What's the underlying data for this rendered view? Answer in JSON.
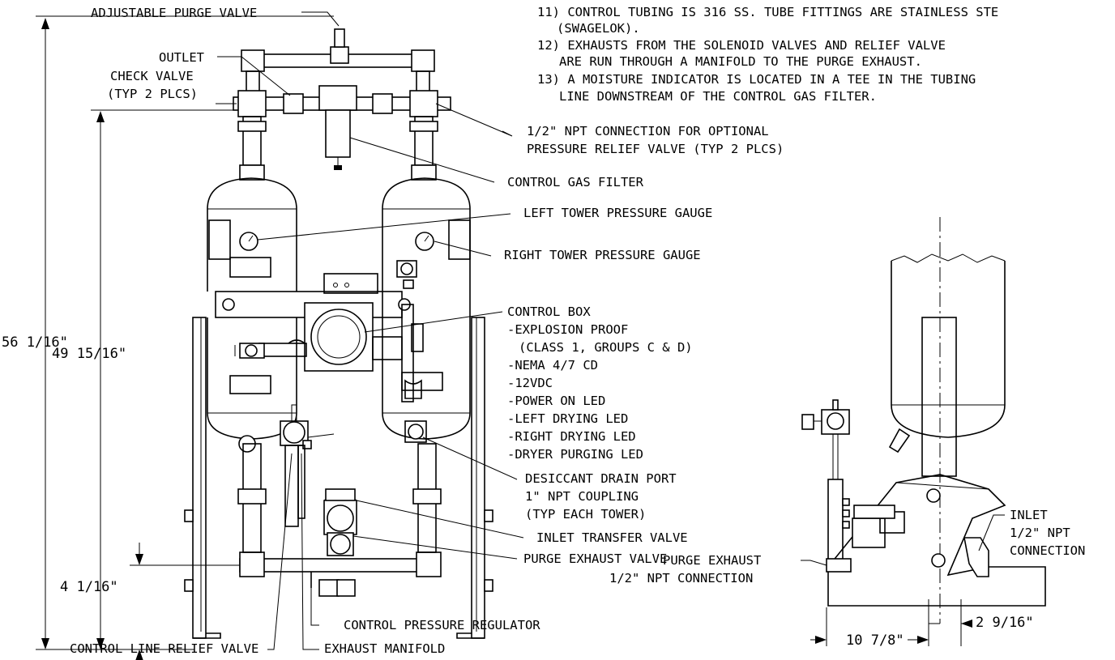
{
  "notes": [
    "11) CONTROL TUBING IS 316 SS. TUBE FITTINGS ARE STAINLESS STE",
    "(SWAGELOK).",
    "12) EXHAUSTS FROM THE SOLENOID VALVES AND RELIEF VALVE",
    "ARE RUN THROUGH A MANIFOLD TO THE PURGE EXHAUST.",
    "13) A MOISTURE INDICATOR IS LOCATED IN A TEE IN THE TUBING",
    "LINE DOWNSTREAM OF THE CONTROL GAS FILTER."
  ],
  "labels": {
    "adjustable_purge_valve": "ADJUSTABLE PURGE VALVE",
    "outlet_check_valve": [
      "OUTLET",
      "CHECK VALVE",
      "(TYP 2 PLCS)"
    ],
    "npt_connection": [
      "1/2\" NPT CONNECTION FOR OPTIONAL",
      "PRESSURE RELIEF VALVE (TYP 2 PLCS)"
    ],
    "control_gas_filter": "CONTROL GAS FILTER",
    "left_tower_gauge": "LEFT TOWER PRESSURE GAUGE",
    "right_tower_gauge": "RIGHT TOWER PRESSURE GAUGE",
    "control_box": [
      "CONTROL BOX",
      "-EXPLOSION PROOF",
      "(CLASS 1, GROUPS C & D)",
      "-NEMA 4/7 CD",
      "-12VDC",
      "-POWER ON LED",
      "-LEFT DRYING LED",
      "-RIGHT DRYING LED",
      "-DRYER PURGING LED"
    ],
    "desiccant_drain": [
      "DESICCANT DRAIN PORT",
      "1\" NPT COUPLING",
      "(TYP EACH TOWER)"
    ],
    "inlet_transfer_valve": "INLET TRANSFER VALVE",
    "purge_exhaust_valve": "PURGE EXHAUST VALVE",
    "control_pressure_regulator": "CONTROL PRESSURE REGULATOR",
    "control_line_relief_valve": "CONTROL LINE RELIEF VALVE",
    "exhaust_manifold": "EXHAUST MANIFOLD",
    "inlet_connection": [
      "INLET",
      "1/2\" NPT",
      "CONNECTION"
    ],
    "purge_exhaust_connection": [
      "PURGE EXHAUST",
      "1/2\" NPT CONNECTION"
    ]
  },
  "dimensions": {
    "overall_height": "56 1/16\"",
    "tower_height": "49 15/16\"",
    "base_height": "4 1/16\"",
    "side_depth": "10 7/8\"",
    "inlet_offset": "2 9/16\""
  }
}
